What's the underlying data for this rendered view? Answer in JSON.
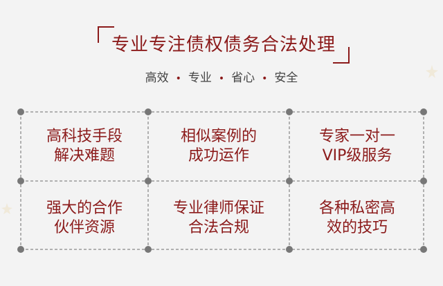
{
  "header": {
    "title": "专业专注债权债务合法处理",
    "subtitle_items": [
      "高效",
      "专业",
      "省心",
      "安全"
    ],
    "subtitle_separator": "•"
  },
  "features": [
    {
      "line1": "高科技手段",
      "line2": "解决难题"
    },
    {
      "line1": "相似案例的",
      "line2": "成功运作"
    },
    {
      "line1": "专家一对一",
      "line2": "VIP级服务"
    },
    {
      "line1": "强大的合作",
      "line2": "伙伴资源"
    },
    {
      "line1": "专业律师保证",
      "line2": "合法合规"
    },
    {
      "line1": "各种私密高",
      "line2": "效的技巧"
    }
  ],
  "colors": {
    "accent": "#8b1a1a",
    "background": "#f3f3f3",
    "grid_line": "#9a9a9a",
    "grid_node": "#777777"
  }
}
